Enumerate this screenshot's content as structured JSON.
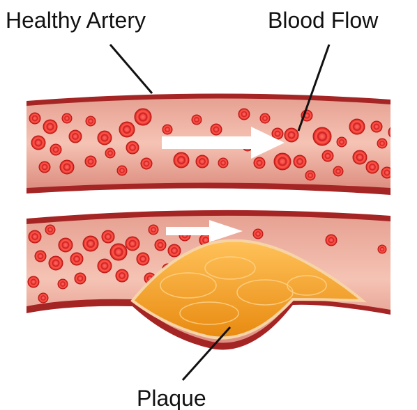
{
  "labels": {
    "healthy_artery": "Healthy Artery",
    "blood_flow": "Blood Flow",
    "plaque": "Plaque"
  },
  "colors": {
    "vessel_wall": "#8a1c1c",
    "vessel_interior": "#e8a89c",
    "blood_cell": "#e02020",
    "blood_cell_center": "#ff6a5a",
    "plaque_fill": "#f0a02a",
    "flow_arrow": "#ffffff",
    "leader_line": "#111111"
  },
  "icons": {
    "flow_arrow": "right-arrow-icon"
  }
}
